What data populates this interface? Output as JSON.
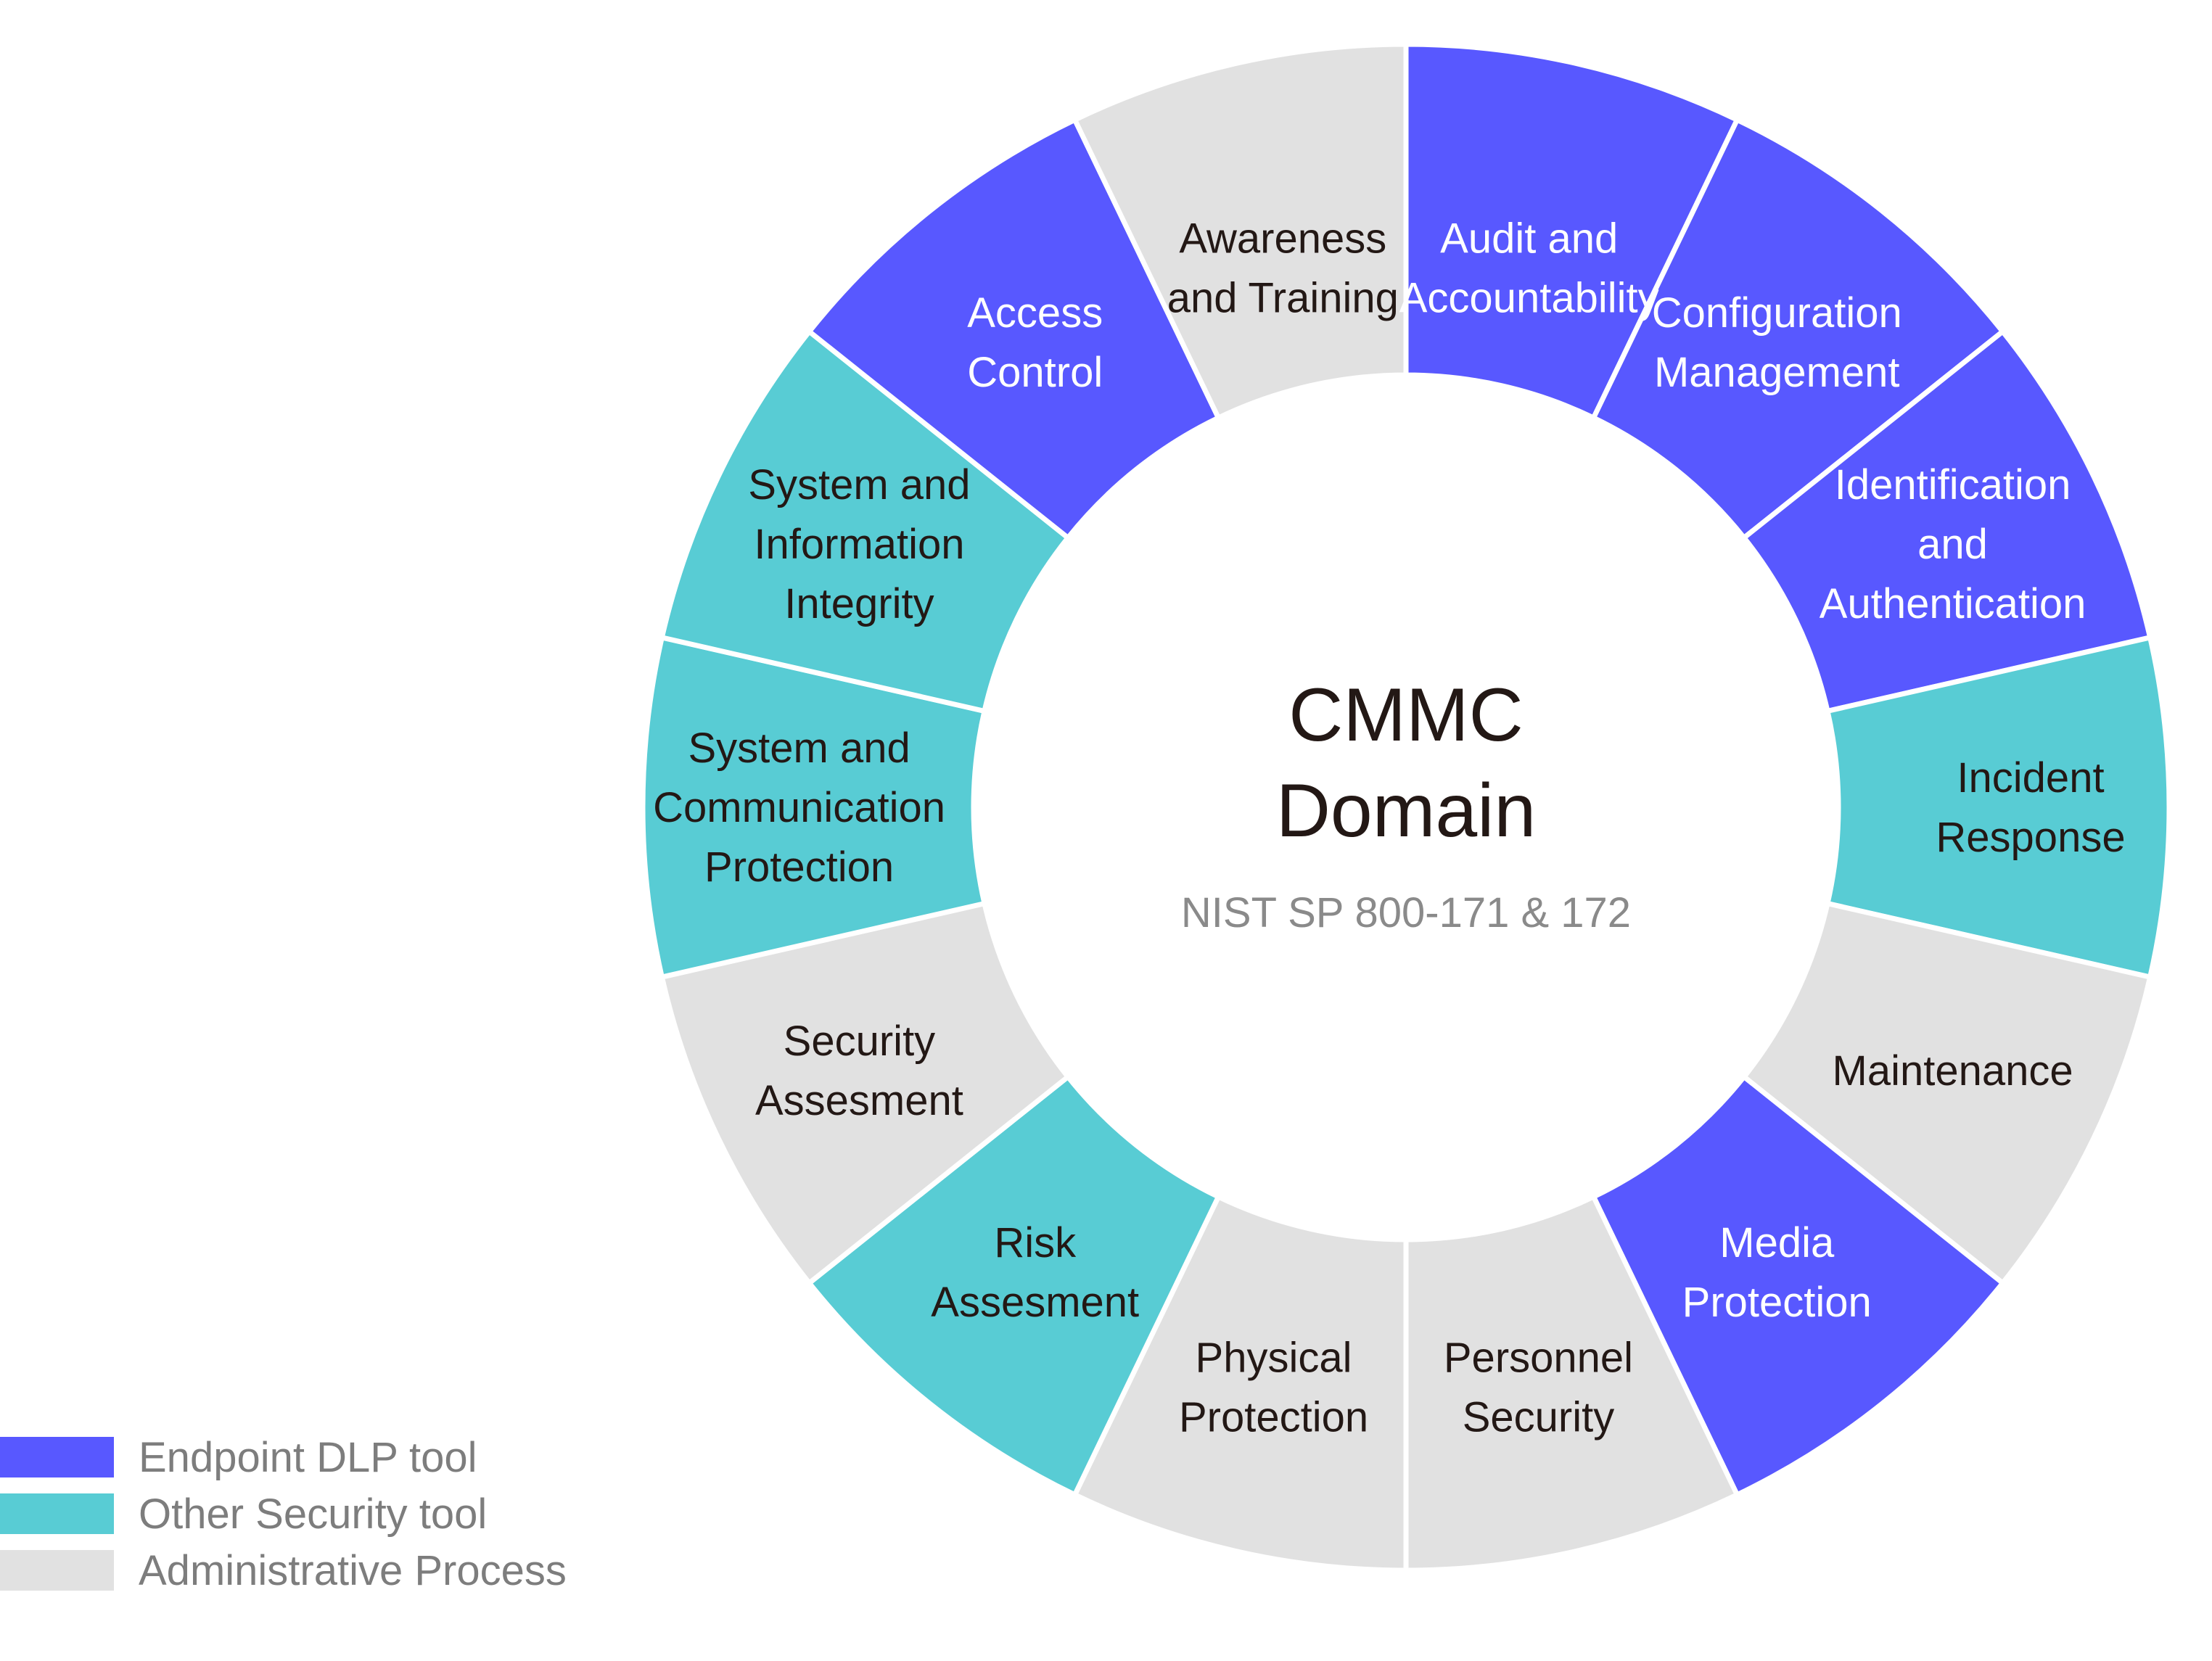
{
  "diagram": {
    "type": "donut-ring",
    "center": {
      "title_line1": "CMMC",
      "title_line2": "Domain",
      "subtitle": "NIST SP 800-171 & 172"
    },
    "categories": {
      "endpoint": {
        "label": "Endpoint DLP tool",
        "color": "#5858FF",
        "text_color": "#FFFFFF"
      },
      "other": {
        "label": "Other Security tool",
        "color": "#58CCD4",
        "text_color": "#231815"
      },
      "admin": {
        "label": "Administrative Process",
        "color": "#E1E1E1",
        "text_color": "#231815"
      }
    },
    "segments": [
      {
        "lines": [
          "Audit and",
          "Accountability"
        ],
        "category": "endpoint"
      },
      {
        "lines": [
          "Configuration",
          "Management"
        ],
        "category": "endpoint"
      },
      {
        "lines": [
          "Identification",
          "and",
          "Authentication"
        ],
        "category": "endpoint"
      },
      {
        "lines": [
          "Incident",
          "Response"
        ],
        "category": "other"
      },
      {
        "lines": [
          "Maintenance"
        ],
        "category": "admin"
      },
      {
        "lines": [
          "Media",
          "Protection"
        ],
        "category": "endpoint"
      },
      {
        "lines": [
          "Personnel",
          "Security"
        ],
        "category": "admin"
      },
      {
        "lines": [
          "Physical",
          "Protection"
        ],
        "category": "admin"
      },
      {
        "lines": [
          "Risk",
          "Assesment"
        ],
        "category": "other"
      },
      {
        "lines": [
          "Security",
          "Assesment"
        ],
        "category": "admin"
      },
      {
        "lines": [
          "System and",
          "Communication",
          "Protection"
        ],
        "category": "other"
      },
      {
        "lines": [
          "System and",
          "Information",
          "Integrity"
        ],
        "category": "other"
      },
      {
        "lines": [
          "Access",
          "Control"
        ],
        "category": "endpoint"
      },
      {
        "lines": [
          "Awareness",
          "and Training"
        ],
        "category": "admin"
      }
    ]
  },
  "legend": [
    {
      "label": "Endpoint DLP tool",
      "color": "#5858FF"
    },
    {
      "label": "Other Security tool",
      "color": "#58CCD4"
    },
    {
      "label": "Administrative Process",
      "color": "#E1E1E1"
    }
  ]
}
